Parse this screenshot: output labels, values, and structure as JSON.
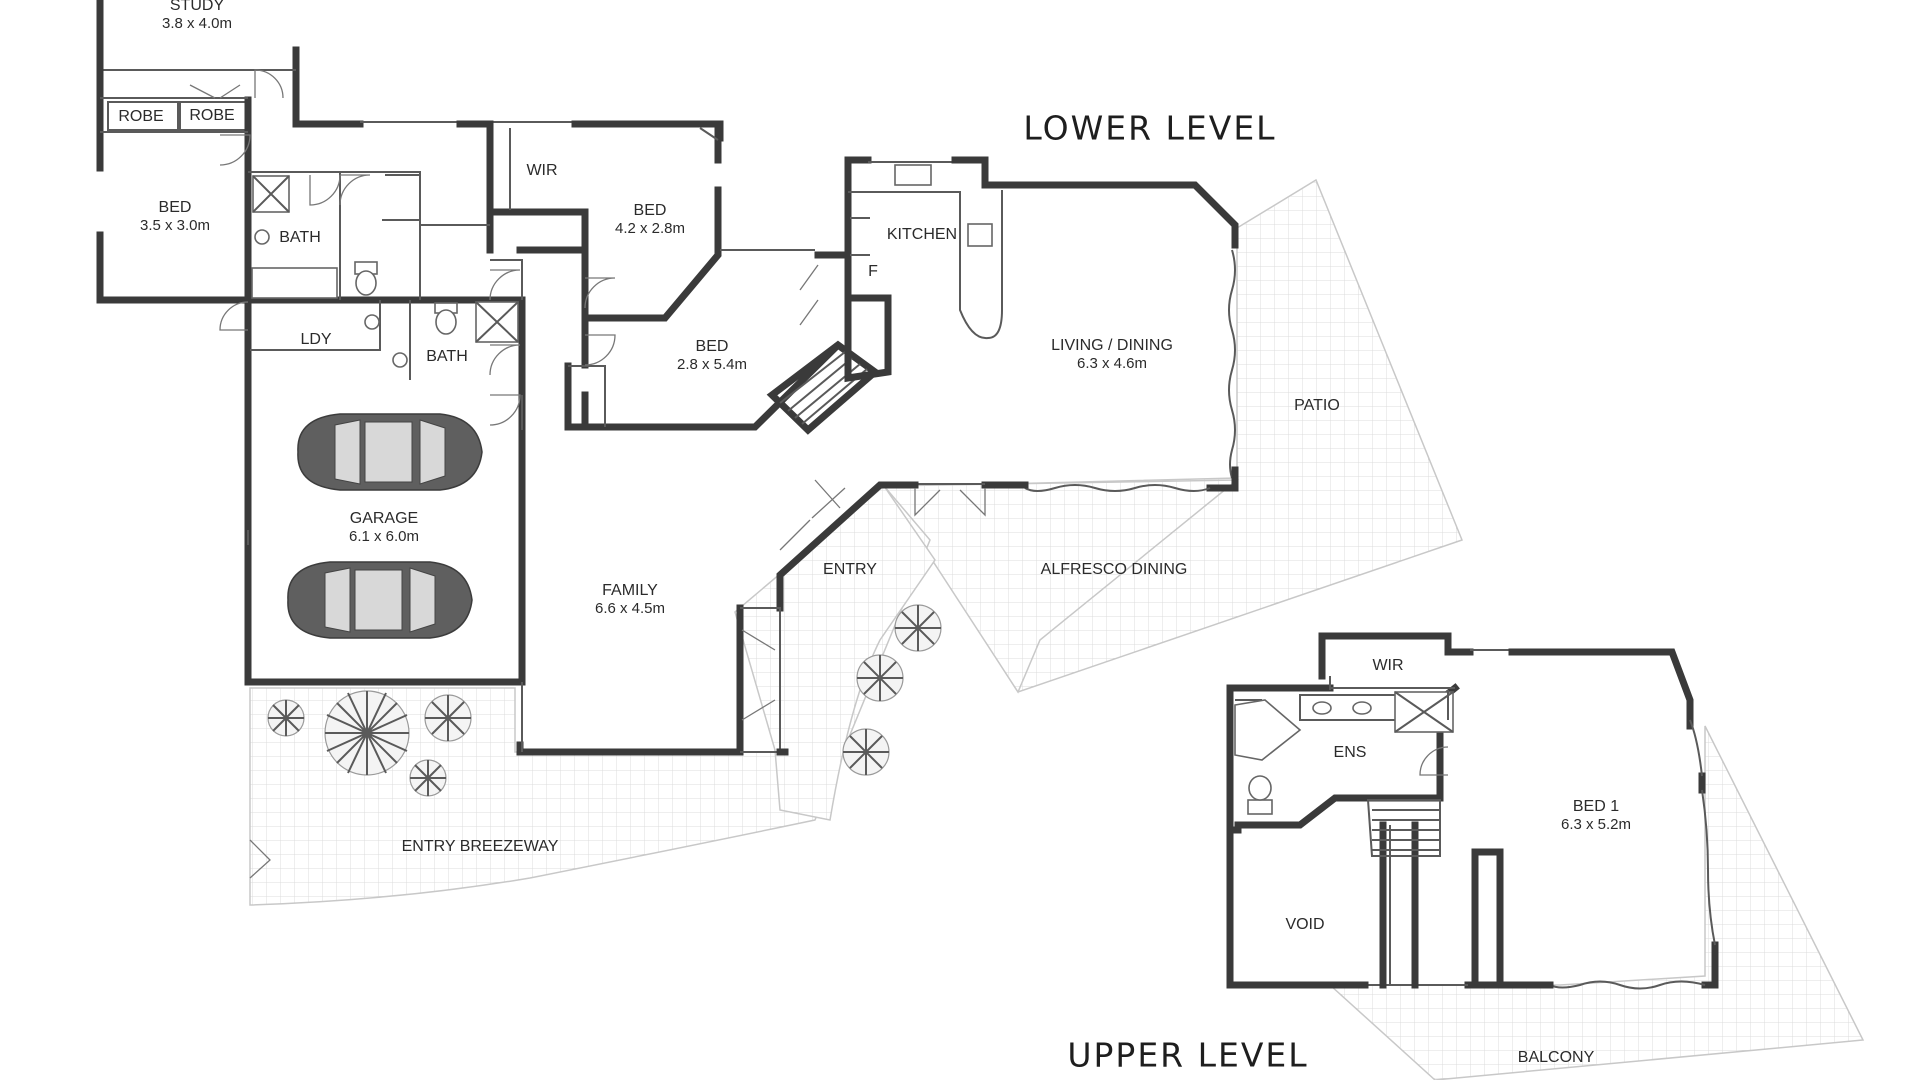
{
  "levels": {
    "lower": "LOWER LEVEL",
    "upper": "UPPER LEVEL"
  },
  "rooms": {
    "study": {
      "name": "STUDY",
      "dims": "3.8 x 4.0m"
    },
    "robe1": {
      "name": "ROBE"
    },
    "robe2": {
      "name": "ROBE"
    },
    "bed_left": {
      "name": "BED",
      "dims": "3.5 x 3.0m"
    },
    "bath_top": {
      "name": "BATH"
    },
    "ldy": {
      "name": "LDY"
    },
    "bath_mid": {
      "name": "BATH"
    },
    "wir_lower": {
      "name": "WIR"
    },
    "bed_42": {
      "name": "BED",
      "dims": "4.2 x 2.8m"
    },
    "bed_28": {
      "name": "BED",
      "dims": "2.8 x 5.4m"
    },
    "kitchen": {
      "name": "KITCHEN"
    },
    "fridge": {
      "name": "F"
    },
    "living": {
      "name": "LIVING / DINING",
      "dims": "6.3 x 4.6m"
    },
    "patio": {
      "name": "PATIO"
    },
    "garage": {
      "name": "GARAGE",
      "dims": "6.1 x 6.0m"
    },
    "family": {
      "name": "FAMILY",
      "dims": "6.6 x 4.5m"
    },
    "entry": {
      "name": "ENTRY"
    },
    "alfresco": {
      "name": "ALFRESCO DINING"
    },
    "breezeway": {
      "name": "ENTRY BREEZEWAY"
    },
    "wir_upper": {
      "name": "WIR"
    },
    "ens": {
      "name": "ENS"
    },
    "bed1": {
      "name": "BED 1",
      "dims": "6.3 x 5.2m"
    },
    "void": {
      "name": "VOID"
    },
    "balcony": {
      "name": "BALCONY"
    }
  },
  "icons": [
    "car-icon",
    "plant-icon",
    "stair-icon",
    "door-swing-icon",
    "shower-icon",
    "toilet-icon",
    "basin-icon",
    "bathtub-icon"
  ]
}
